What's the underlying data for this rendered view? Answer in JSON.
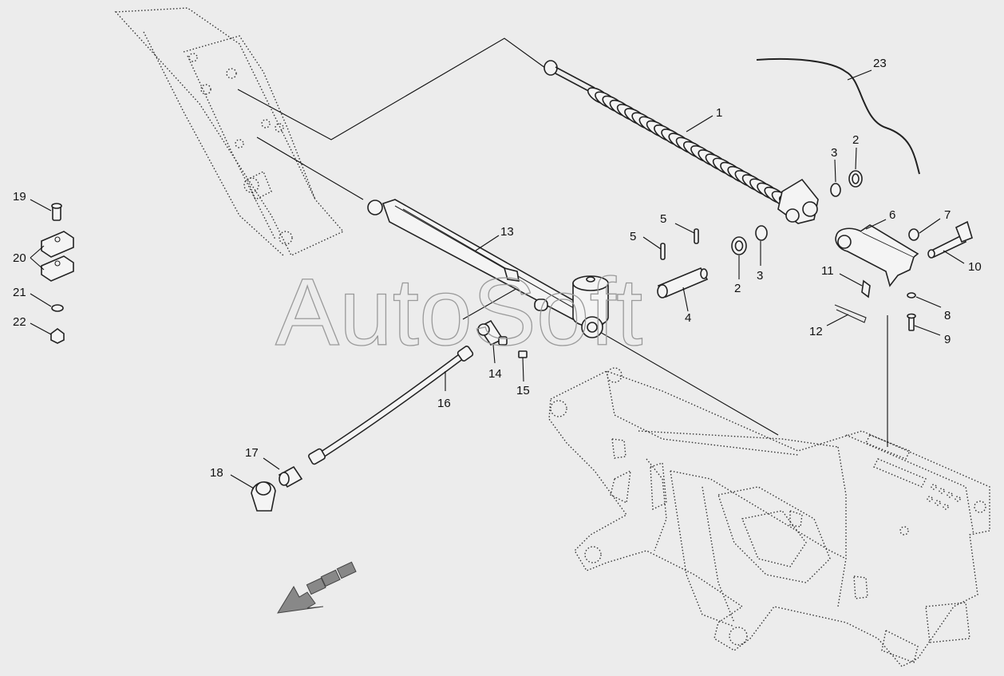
{
  "watermark": "AutoSoft",
  "callouts": {
    "c1": "1",
    "c2a": "2",
    "c2b": "2",
    "c3a": "3",
    "c3b": "3",
    "c4": "4",
    "c5a": "5",
    "c5b": "5",
    "c6": "6",
    "c7": "7",
    "c8": "8",
    "c9": "9",
    "c10": "10",
    "c11": "11",
    "c12": "12",
    "c13": "13",
    "c14": "14",
    "c15": "15",
    "c16": "16",
    "c17": "17",
    "c18": "18",
    "c19": "19",
    "c20": "20",
    "c21": "21",
    "c22": "22",
    "c23": "23"
  },
  "colors": {
    "background": "#ececec",
    "line": "#222222",
    "watermark": "#9a9a9a"
  },
  "icons": {
    "direction_arrow": "direction-arrow-icon"
  }
}
